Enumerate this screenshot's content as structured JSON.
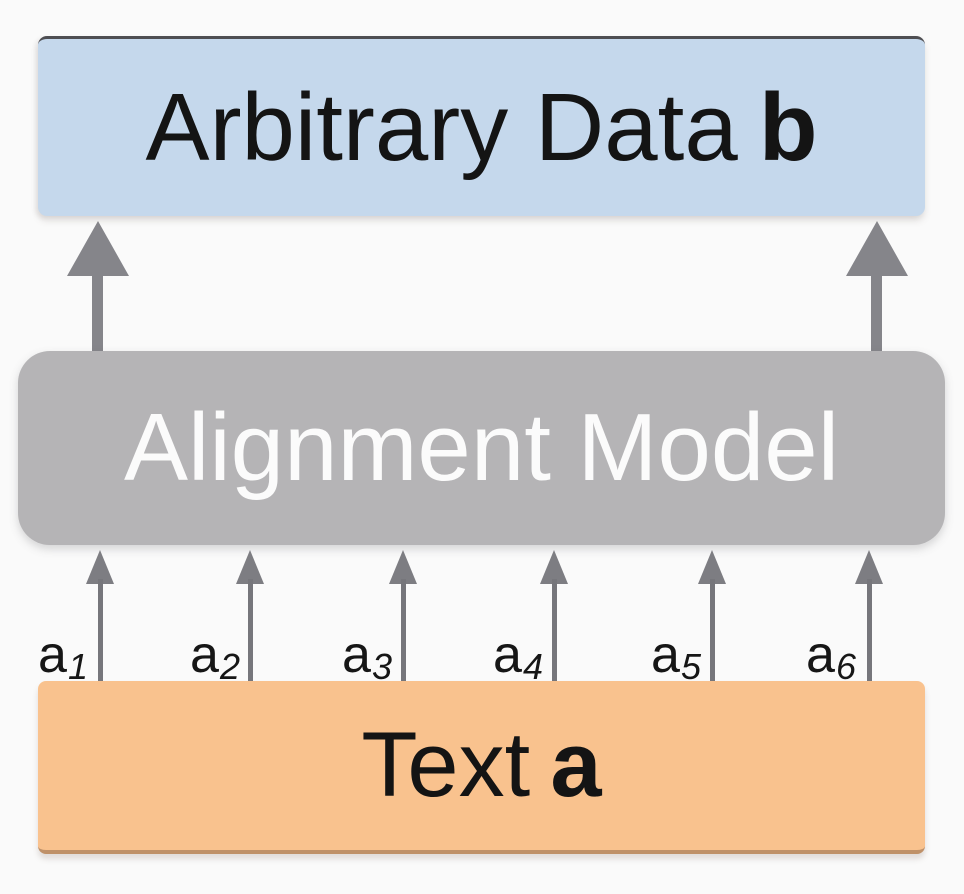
{
  "diagram": {
    "top_box": {
      "text": "Arbitrary Data",
      "bold_suffix": "b"
    },
    "middle_box": {
      "text": "Alignment Model"
    },
    "bottom_box": {
      "text": "Text",
      "bold_suffix": "a"
    },
    "input_labels": [
      {
        "base": "a",
        "sub": "1"
      },
      {
        "base": "a",
        "sub": "2"
      },
      {
        "base": "a",
        "sub": "3"
      },
      {
        "base": "a",
        "sub": "4"
      },
      {
        "base": "a",
        "sub": "5"
      },
      {
        "base": "a",
        "sub": "6"
      }
    ],
    "colors": {
      "background": "#fafafa",
      "top_box_fill": "#c5d8ec",
      "top_box_border": "#4e4e52",
      "middle_box_fill": "#b5b4b6",
      "middle_box_text": "#fbfbfb",
      "bottom_box_fill": "#f9c28e",
      "bottom_box_border": "#bf9169",
      "arrow": "#85858a",
      "label_text": "#161616"
    }
  }
}
